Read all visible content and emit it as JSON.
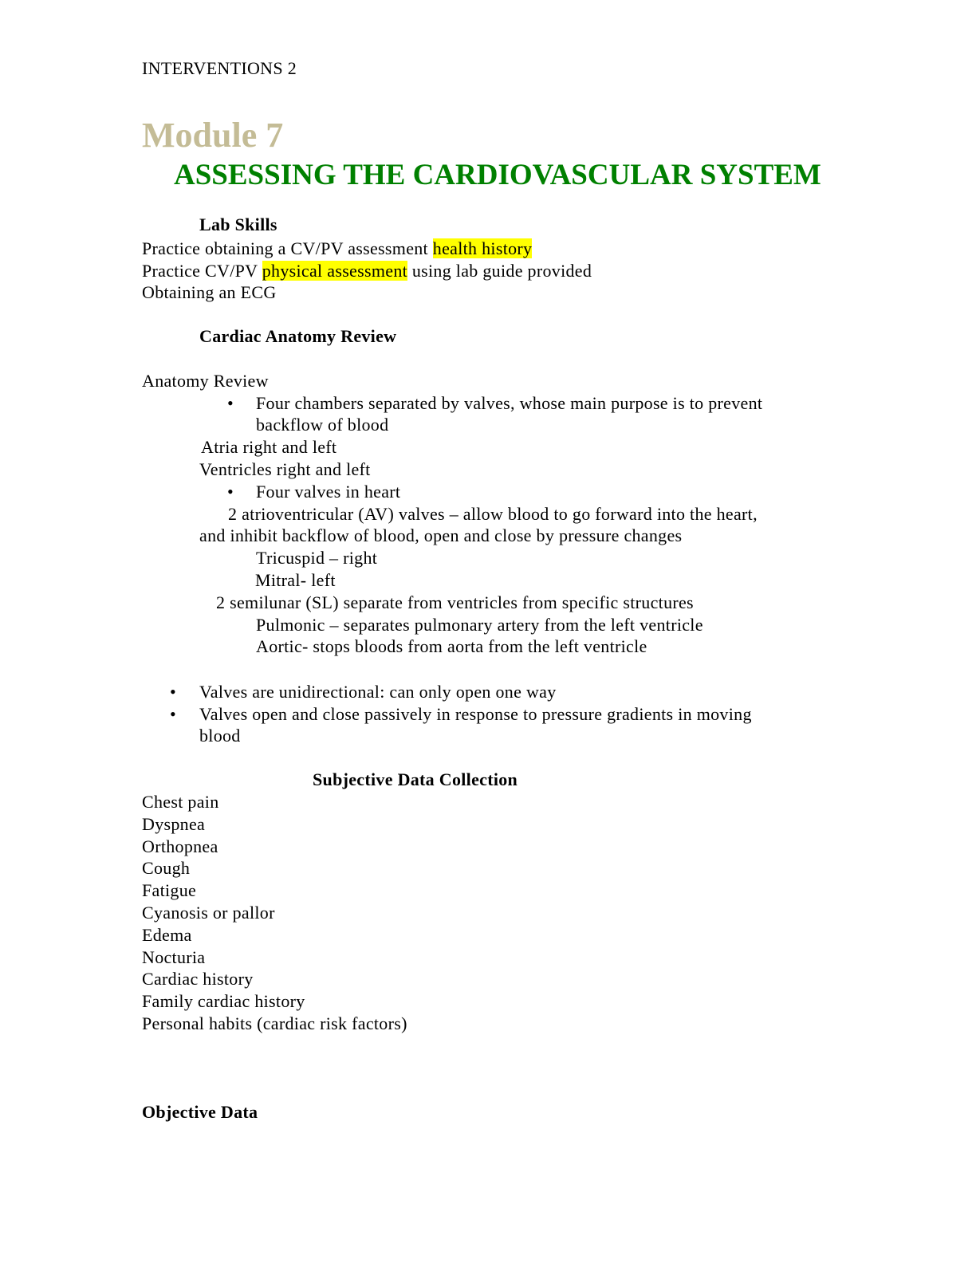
{
  "header": "INTERVENTIONS 2",
  "module": "Module 7",
  "title": "ASSESSING THE CARDIOVASCULAR SYSTEM",
  "lab": {
    "heading": "Lab Skills",
    "l1a": "Practice obtaining a CV/PV assessment ",
    "l1b": "health history",
    "l2a": "Practice CV/PV ",
    "l2b": "physical assessment",
    "l2c": " using lab guide provided",
    "l3": "Obtaining an ECG"
  },
  "anatomy": {
    "heading": "Cardiac Anatomy Review",
    "sub": "Anatomy Review",
    "b1a": "Four chambers separated by valves, whose main purpose is to prevent",
    "b1b": "backflow of blood",
    "atria": "Atria right and left",
    "ventricles": "Ventricles right and left",
    "b2": "Four valves in heart",
    "av1": "2 atrioventricular (AV) valves – allow blood to go forward into the heart,",
    "av2": "and inhibit backflow of blood, open and close by pressure changes",
    "tricuspid": "Tricuspid – right",
    "mitral": "Mitral- left",
    "sl": "2  semilunar (SL) separate from ventricles from specific structures",
    "pulmonic": "Pulmonic – separates pulmonary artery from the left ventricle",
    "aortic": "Aortic- stops bloods from aorta from the left ventricle",
    "v1": "Valves are unidirectional: can only open one way",
    "v2a": "Valves open and close passively in response to pressure gradients in moving",
    "v2b": "blood"
  },
  "subjective": {
    "heading": "Subjective Data Collection",
    "items": [
      "Chest pain",
      "Dyspnea",
      "Orthopnea",
      "Cough",
      "Fatigue",
      "Cyanosis or pallor",
      "Edema",
      "Nocturia",
      "Cardiac history",
      "Family cardiac history",
      "Personal habits (cardiac risk factors)"
    ]
  },
  "objective": {
    "heading": "Objective Data"
  },
  "bullet": "•"
}
